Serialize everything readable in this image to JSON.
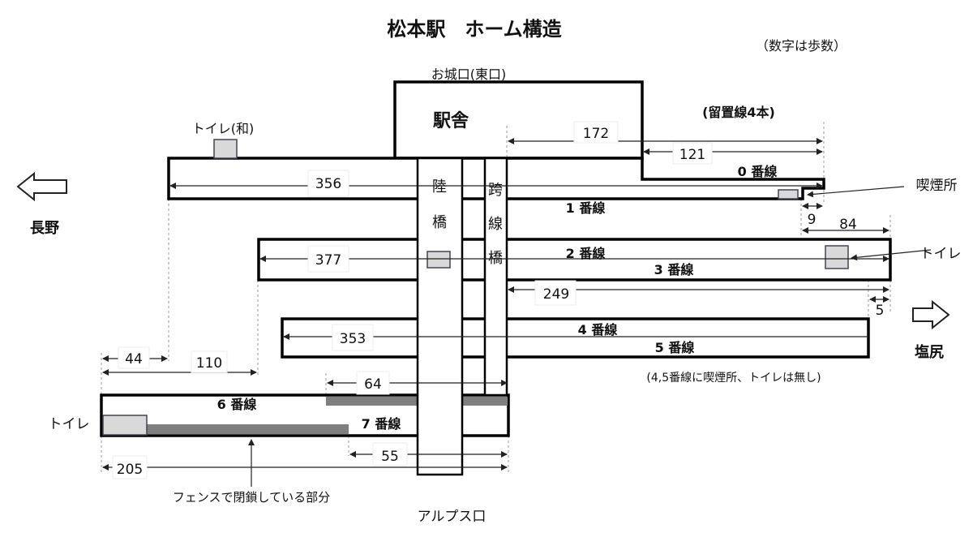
{
  "title": "松本駅　ホーム構造",
  "note_units": "（数字は歩数）",
  "exits": {
    "east": "お城口(東口)",
    "west": "アルプス口"
  },
  "station_building": "駅舎",
  "sidings": "(留置線4本)",
  "bridges": {
    "rikkyo": [
      "陸",
      "橋"
    ],
    "kosenkyo": [
      "跨",
      "線",
      "橋"
    ]
  },
  "directions": {
    "left": "長野",
    "right": "塩尻"
  },
  "tracks": {
    "t0": "0 番線",
    "t1": "1 番線",
    "t2": "2 番線",
    "t3": "3 番線",
    "t4": "4 番線",
    "t5": "5 番線",
    "t6": "6 番線",
    "t7": "7 番線"
  },
  "facilities": {
    "toilet_japanese": "トイレ(和)",
    "smoking": "喫煙所",
    "toilet_right": "トイレ",
    "toilet_left": "トイレ"
  },
  "notes": {
    "platform45": "(4,5番線に喫煙所、トイレは無し)",
    "fence": "フェンスで閉鎖している部分"
  },
  "steps": {
    "d172": "172",
    "d121": "121",
    "d356": "356",
    "d9": "9",
    "d84": "84",
    "d377": "377",
    "d249": "249",
    "d5": "5",
    "d353": "353",
    "d44": "44",
    "d110": "110",
    "d64": "64",
    "d55": "55",
    "d205": "205"
  }
}
